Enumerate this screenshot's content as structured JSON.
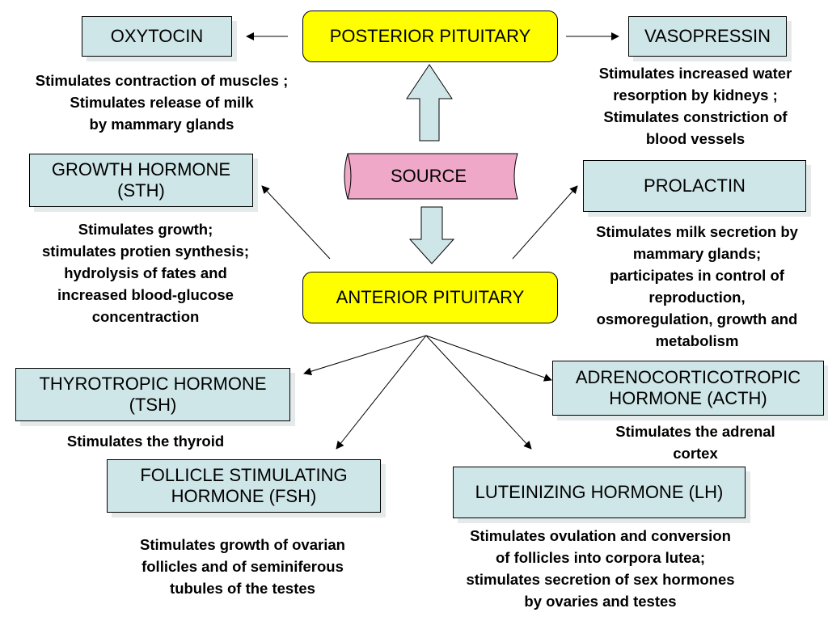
{
  "posterior": "POSTERIOR PITUITARY",
  "source": "SOURCE",
  "anterior": "ANTERIOR PITUITARY",
  "oxytocin": {
    "name": "OXYTOCIN",
    "desc": "Stimulates contraction of muscles ;\nStimulates release of milk\n  by mammary glands"
  },
  "vasopressin": {
    "name": "VASOPRESSIN",
    "desc": "Stimulates increased water\nresorption by kidneys ;\nStimulates constriction of\nblood vessels"
  },
  "growth": {
    "name": "GROWTH HORMONE\n(STH)",
    "desc": "Stimulates growth;\nstimulates protien synthesis;\nhydrolysis of fates and\nincreased blood-glucose\nconcentraction"
  },
  "prolactin": {
    "name": "PROLACTIN",
    "desc": "Stimulates milk secretion by\nmammary glands;\nparticipates in control of\nreproduction,\nosmoregulation, growth and\nmetabolism"
  },
  "tsh": {
    "name": "THYROTROPIC HORMONE\n(TSH)",
    "desc": "Stimulates the thyroid"
  },
  "acth": {
    "name": "ADRENOCORTICOTROPIC\nHORMONE (ACTH)",
    "desc": "Stimulates the adrenal\ncortex"
  },
  "fsh": {
    "name": "FOLLICLE STIMULATING\nHORMONE (FSH)",
    "desc": "Stimulates growth of ovarian\nfollicles and of seminiferous\ntubules of the testes"
  },
  "lh": {
    "name": "LUTEINIZING HORMONE (LH)",
    "desc": "Stimulates ovulation and conversion\nof follicles into corpora lutea;\nstimulates secretion of sex hormones\nby ovaries and testes"
  }
}
